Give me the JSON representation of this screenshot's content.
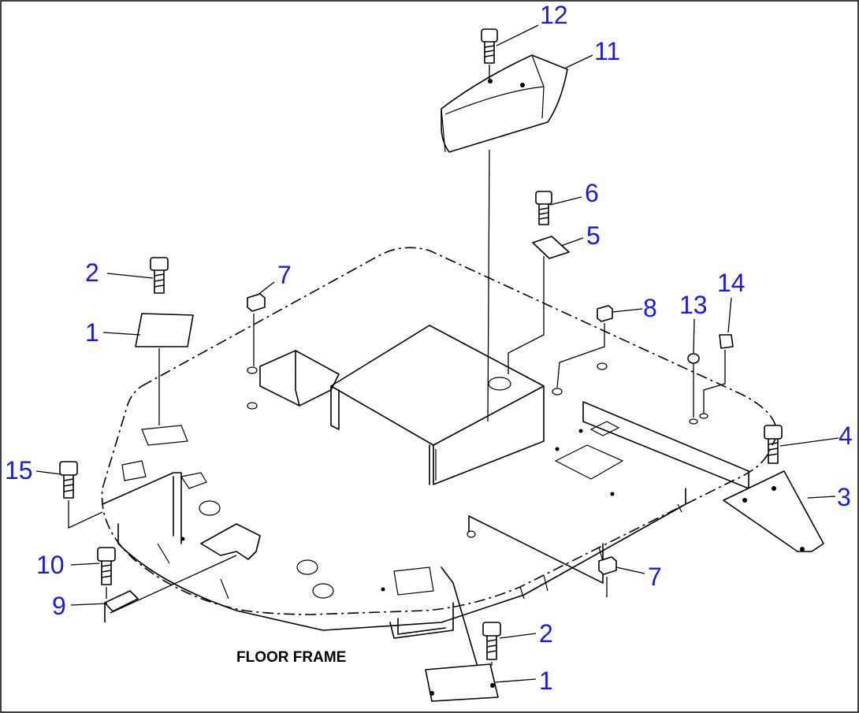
{
  "diagram": {
    "caption": "FLOOR FRAME",
    "callouts": [
      {
        "id": "c12",
        "label": "12"
      },
      {
        "id": "c11",
        "label": "11"
      },
      {
        "id": "c6",
        "label": "6"
      },
      {
        "id": "c5",
        "label": "5"
      },
      {
        "id": "c2a",
        "label": "2"
      },
      {
        "id": "c7a",
        "label": "7"
      },
      {
        "id": "c1a",
        "label": "1"
      },
      {
        "id": "c8",
        "label": "8"
      },
      {
        "id": "c13",
        "label": "13"
      },
      {
        "id": "c14",
        "label": "14"
      },
      {
        "id": "c4",
        "label": "4"
      },
      {
        "id": "c3",
        "label": "3"
      },
      {
        "id": "c15",
        "label": "15"
      },
      {
        "id": "c10",
        "label": "10"
      },
      {
        "id": "c9",
        "label": "9"
      },
      {
        "id": "c7b",
        "label": "7"
      },
      {
        "id": "c2b",
        "label": "2"
      },
      {
        "id": "c1b",
        "label": "1"
      }
    ],
    "colors": {
      "callout": "#1a1ae6",
      "line": "#000000",
      "background": "#ffffff"
    }
  }
}
